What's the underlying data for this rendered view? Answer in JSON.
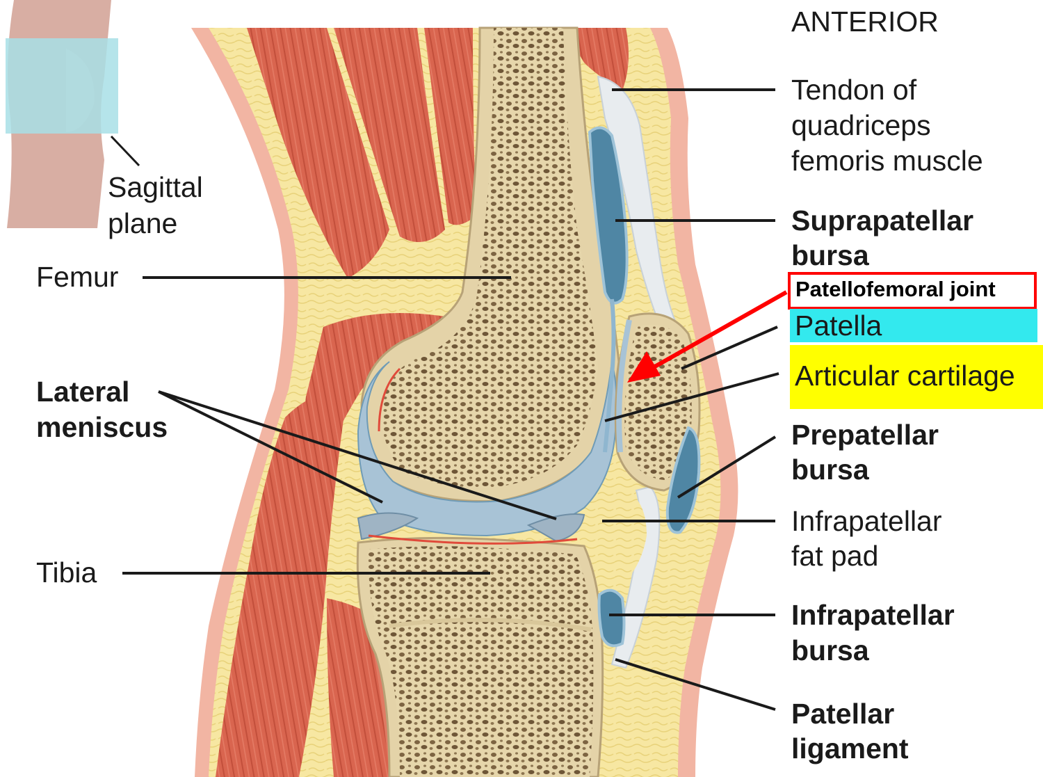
{
  "header": {
    "orientation": "ANTERIOR"
  },
  "inset": {
    "label_line1": "Sagittal",
    "label_line2": "plane"
  },
  "labels": {
    "femur": "Femur",
    "lateral_meniscus_1": "Lateral",
    "lateral_meniscus_2": "meniscus",
    "tibia": "Tibia",
    "tendon_1": "Tendon of",
    "tendon_2": "quadriceps",
    "tendon_3": "femoris muscle",
    "suprapatellar_1": "Suprapatellar",
    "suprapatellar_2": "bursa",
    "patellofemoral": "Patellofemoral joint",
    "patella": "Patella",
    "articular": "Articular cartilage",
    "prepatellar_1": "Prepatellar",
    "prepatellar_2": "bursa",
    "infrapatellar_fat_1": "Infrapatellar",
    "infrapatellar_fat_2": "fat pad",
    "infrapatellar_bursa_1": "Infrapatellar",
    "infrapatellar_bursa_2": "bursa",
    "patellar_ligament_1": "Patellar",
    "patellar_ligament_2": "ligament"
  },
  "colors": {
    "muscle": "#d9654f",
    "fat": "#f6e69c",
    "bone": "#e4d3a8",
    "bursa": "#4f86a4",
    "cartilage": "#a8c3d6",
    "skin": "#f2b5a3",
    "arrow": "#ff0000",
    "highlight_cyan": "#33e9ee",
    "highlight_yellow": "#ffff00"
  }
}
